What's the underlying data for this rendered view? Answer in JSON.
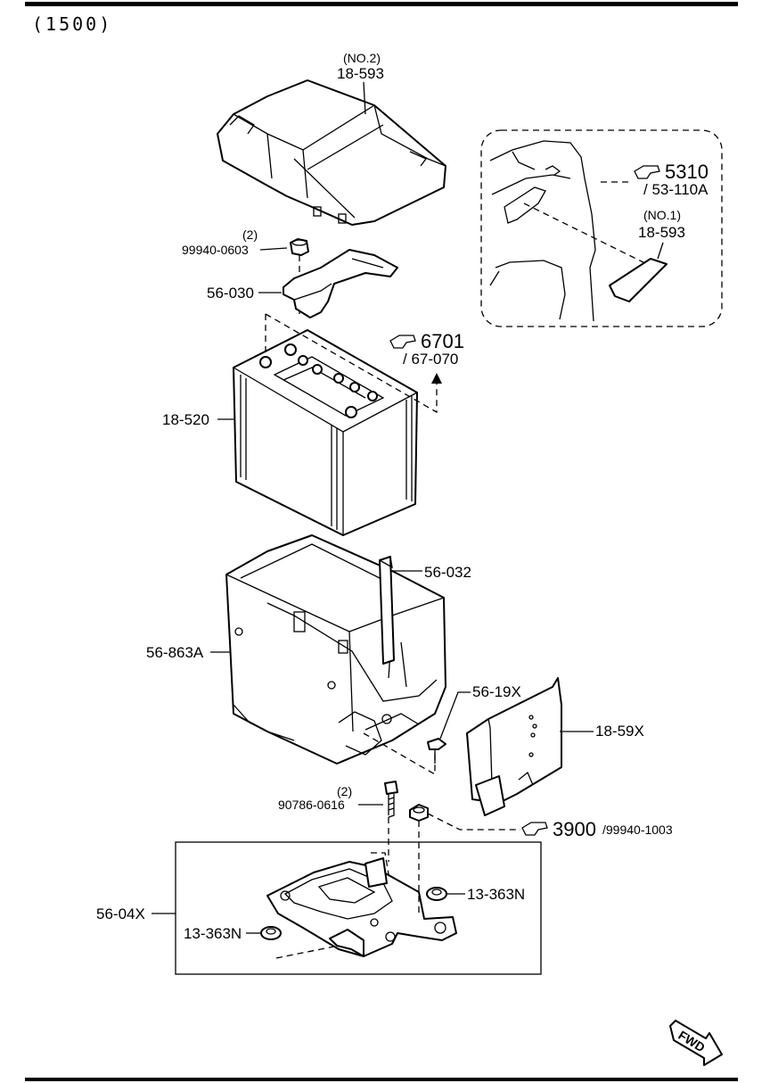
{
  "header": {
    "title": "(1500)"
  },
  "parts": {
    "cover_no2_qty": "(NO.2)",
    "cover_no2": "18-593",
    "nut_qty": "(2)",
    "nut": "99940-0603",
    "clamp": "56-030",
    "ref_6701": "6701",
    "ref_67070": "/ 67-070",
    "battery": "18-520",
    "inset_ref_5310": "5310",
    "inset_ref_53110A": "/ 53-110A",
    "cover_no1_qty": "(NO.1)",
    "cover_no1": "18-593",
    "rod": "56-032",
    "tray": "56-863A",
    "bolt_a": "56-19X",
    "side_panel": "18-59X",
    "bolt_qty": "(2)",
    "bolt": "90786-0616",
    "ref_3900": "3900",
    "ref_99940_1003": "/99940-1003",
    "bracket": "56-04X",
    "grommet_right": "13-363N",
    "grommet_left": "13-363N"
  },
  "fwd_label": "FWD"
}
